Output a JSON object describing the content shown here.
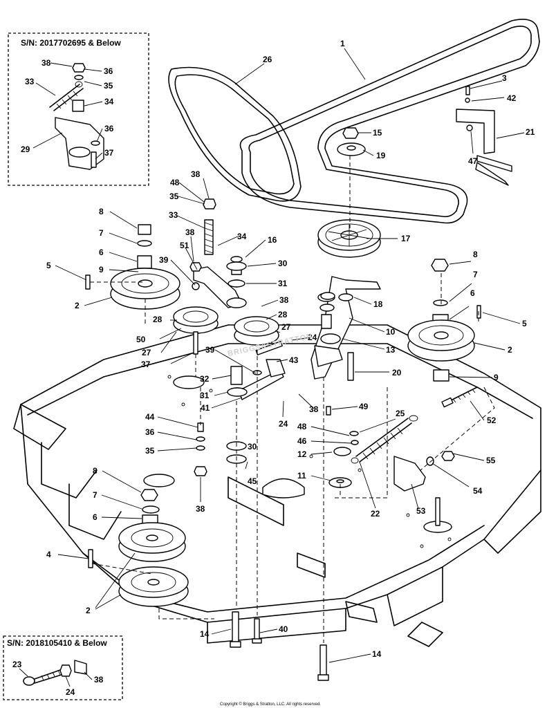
{
  "insets": {
    "top_left_title": "S/N: 2017702695 & Below",
    "bottom_left_title": "S/N: 2018105410 & Below"
  },
  "copyright": "Copyright © Briggs & Stratton, LLC. All rights reserved.",
  "watermark": "BRIGGS&STRATTON",
  "callouts": [
    {
      "id": "c1",
      "label": "1"
    },
    {
      "id": "c26",
      "label": "26"
    },
    {
      "id": "c3",
      "label": "3"
    },
    {
      "id": "c42",
      "label": "42"
    },
    {
      "id": "c21",
      "label": "21"
    },
    {
      "id": "c47",
      "label": "47"
    },
    {
      "id": "c15",
      "label": "15"
    },
    {
      "id": "c19",
      "label": "19"
    },
    {
      "id": "c17",
      "label": "17"
    },
    {
      "id": "c18",
      "label": "18"
    },
    {
      "id": "c10",
      "label": "10"
    },
    {
      "id": "c13",
      "label": "13"
    },
    {
      "id": "c20",
      "label": "20"
    },
    {
      "id": "c8r",
      "label": "8"
    },
    {
      "id": "c7r",
      "label": "7"
    },
    {
      "id": "c6r",
      "label": "6"
    },
    {
      "id": "c5r",
      "label": "5"
    },
    {
      "id": "c2r",
      "label": "2"
    },
    {
      "id": "c9r",
      "label": "9"
    },
    {
      "id": "c52",
      "label": "52"
    },
    {
      "id": "c55",
      "label": "55"
    },
    {
      "id": "c54",
      "label": "54"
    },
    {
      "id": "c53",
      "label": "53"
    },
    {
      "id": "c25",
      "label": "25"
    },
    {
      "id": "c22",
      "label": "22"
    },
    {
      "id": "c49",
      "label": "49"
    },
    {
      "id": "c48b",
      "label": "48"
    },
    {
      "id": "c46",
      "label": "46"
    },
    {
      "id": "c12",
      "label": "12"
    },
    {
      "id": "c11",
      "label": "11"
    },
    {
      "id": "c24b",
      "label": "24"
    },
    {
      "id": "c38c",
      "label": "38"
    },
    {
      "id": "c43",
      "label": "43"
    },
    {
      "id": "c24a",
      "label": "24"
    },
    {
      "id": "c38b",
      "label": "38"
    },
    {
      "id": "c28b",
      "label": "28"
    },
    {
      "id": "c27b",
      "label": "27"
    },
    {
      "id": "c30a",
      "label": "30"
    },
    {
      "id": "c31a",
      "label": "31"
    },
    {
      "id": "c16",
      "label": "16"
    },
    {
      "id": "c34",
      "label": "34"
    },
    {
      "id": "c33",
      "label": "33"
    },
    {
      "id": "c35",
      "label": "35"
    },
    {
      "id": "c48a",
      "label": "48"
    },
    {
      "id": "c38a",
      "label": "38"
    },
    {
      "id": "c38d",
      "label": "38"
    },
    {
      "id": "c51",
      "label": "51"
    },
    {
      "id": "c39a",
      "label": "39"
    },
    {
      "id": "c28a",
      "label": "28"
    },
    {
      "id": "c50",
      "label": "50"
    },
    {
      "id": "c27a",
      "label": "27"
    },
    {
      "id": "c37",
      "label": "37"
    },
    {
      "id": "c39b",
      "label": "39"
    },
    {
      "id": "c32",
      "label": "32"
    },
    {
      "id": "c31b",
      "label": "31"
    },
    {
      "id": "c41",
      "label": "41"
    },
    {
      "id": "c8l",
      "label": "8"
    },
    {
      "id": "c7l",
      "label": "7"
    },
    {
      "id": "c6l",
      "label": "6"
    },
    {
      "id": "c5l",
      "label": "5"
    },
    {
      "id": "c9l",
      "label": "9"
    },
    {
      "id": "c2l",
      "label": "2"
    },
    {
      "id": "c44",
      "label": "44"
    },
    {
      "id": "c36",
      "label": "36"
    },
    {
      "id": "c35b",
      "label": "35"
    },
    {
      "id": "c38e",
      "label": "38"
    },
    {
      "id": "c30b",
      "label": "30"
    },
    {
      "id": "c45",
      "label": "45"
    },
    {
      "id": "c8b",
      "label": "8"
    },
    {
      "id": "c7b",
      "label": "7"
    },
    {
      "id": "c6b",
      "label": "6"
    },
    {
      "id": "c4",
      "label": "4"
    },
    {
      "id": "c2b",
      "label": "2"
    },
    {
      "id": "c14a",
      "label": "14"
    },
    {
      "id": "c40",
      "label": "40"
    },
    {
      "id": "c14b",
      "label": "14"
    },
    {
      "id": "i38",
      "label": "38"
    },
    {
      "id": "i36a",
      "label": "36"
    },
    {
      "id": "i35",
      "label": "35"
    },
    {
      "id": "i33",
      "label": "33"
    },
    {
      "id": "i34",
      "label": "34"
    },
    {
      "id": "i36b",
      "label": "36"
    },
    {
      "id": "i29",
      "label": "29"
    },
    {
      "id": "i37",
      "label": "37"
    },
    {
      "id": "j23",
      "label": "23"
    },
    {
      "id": "j24",
      "label": "24"
    },
    {
      "id": "j38",
      "label": "38"
    }
  ]
}
